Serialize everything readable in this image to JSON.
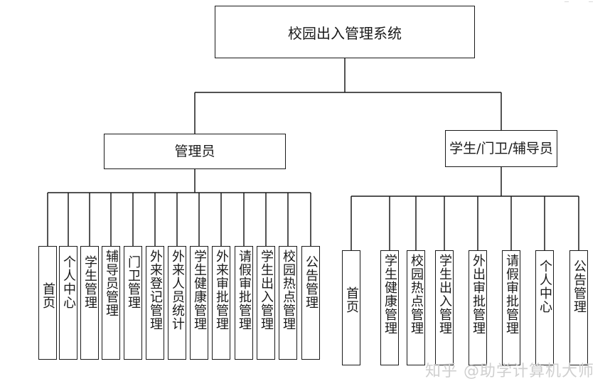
{
  "diagram": {
    "root": {
      "label": "校园出入管理系统"
    },
    "branches": [
      {
        "key": "admin",
        "label": "管理员",
        "children": [
          "首页",
          "个人中心",
          "学生管理",
          "辅导员管理",
          "门卫管理",
          "外来登记管理",
          "外来人员统计",
          "学生健康管理",
          "外来审批管理",
          "请假审批管理",
          "学生出入管理",
          "校园热点管理",
          "公告管理"
        ]
      },
      {
        "key": "user",
        "label": "学生/门卫/辅导员",
        "children": [
          "首页",
          "学生健康管理",
          "校园热点管理",
          "学生出入管理",
          "外出审批管理",
          "请假审批管理",
          "个人中心",
          "公告管理"
        ]
      }
    ]
  },
  "watermark": "知乎 @助学计算机大师"
}
